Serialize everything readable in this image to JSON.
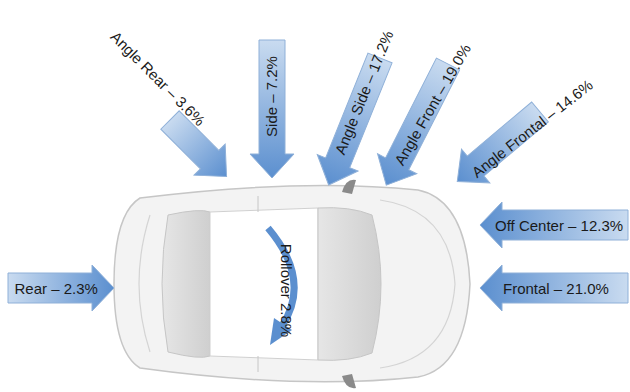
{
  "diagram": {
    "labels": [
      "Angle Rear – 3.6%",
      "Side – 7.2%",
      "Angle Side – 17.2%",
      "Angle Front – 19.0%",
      "Angle Frontal – 14.6%",
      "Off Center – 12.3%",
      "Rear – 2.3%",
      "Frontal – 21.0%",
      "Rollover 2.8%"
    ]
  }
}
